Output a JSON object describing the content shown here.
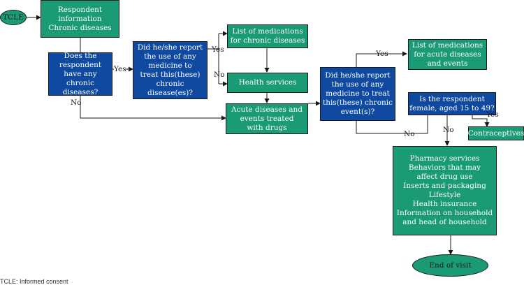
{
  "nodes": {
    "tcle": "TCLE",
    "respondent_info": "Respondent\ninformation\nChronic diseases",
    "q_chronic": "Does the\nrespondent\nhave any\nchronic diseases?",
    "q_med_chronic": "Did he/she report\nthe use of any\nmedicine to\ntreat this(these)\nchronic disease(es)?",
    "list_med_chronic": "List of medications\nfor chronic diseases",
    "health_services": "Health services",
    "acute_diseases": "Acute diseases and\nevents treated\nwith drugs",
    "q_med_acute": "Did he/she report\nthe use of any\nmedicine to treat\nthis(these) chronic\nevent(s)?",
    "list_med_acute": "List of medications\nfor acute diseases\nand events",
    "q_female": "Is the respondent\nfemale, aged 15 to 49?",
    "contraceptives": "Contraceptives",
    "final_block": "Pharmacy services\nBehaviors that may\naffect drug use\nInserts and packaging\nLifestyle\nHealth insurance\nInformation on household\nand head of household",
    "end_visit": "End of visit"
  },
  "labels": {
    "yes1": "Yes",
    "no1": "No",
    "yes2": "Yes",
    "no2": "No",
    "yes3": "Yes",
    "no3": "No",
    "yes4": "Yes",
    "no4": "No"
  },
  "footnote": "TCLE: Informed consent",
  "colors": {
    "green": "#1b9a76",
    "blue": "#0f4aa0",
    "line": "#1a1a1a"
  }
}
